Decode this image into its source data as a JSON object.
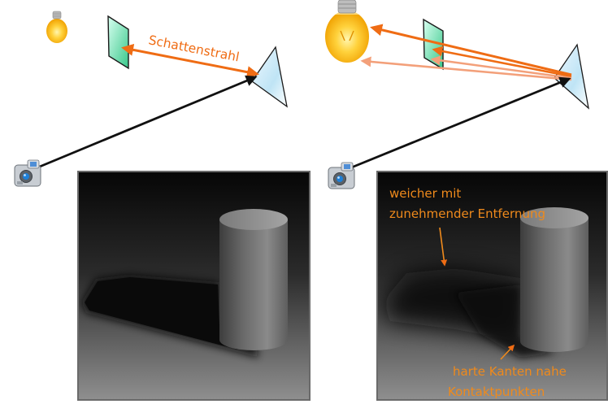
{
  "left": {
    "ray_label": "Schattenstrahl"
  },
  "right": {
    "annotation_soft": [
      "weicher mit",
      "zunehmender Entfernung"
    ],
    "annotation_hard": [
      "harte Kanten nahe",
      "Kontaktpunkten"
    ]
  },
  "colors": {
    "accent": "#ef6c14",
    "ray_dark": "#111111",
    "panel_border": "#6a6a6a",
    "panel_bg_top": "#070707",
    "panel_bg_bottom": "#8c8c8c"
  },
  "icons": [
    "light-bulb-icon",
    "camera-icon",
    "occluder-plane",
    "mirror-prism"
  ]
}
